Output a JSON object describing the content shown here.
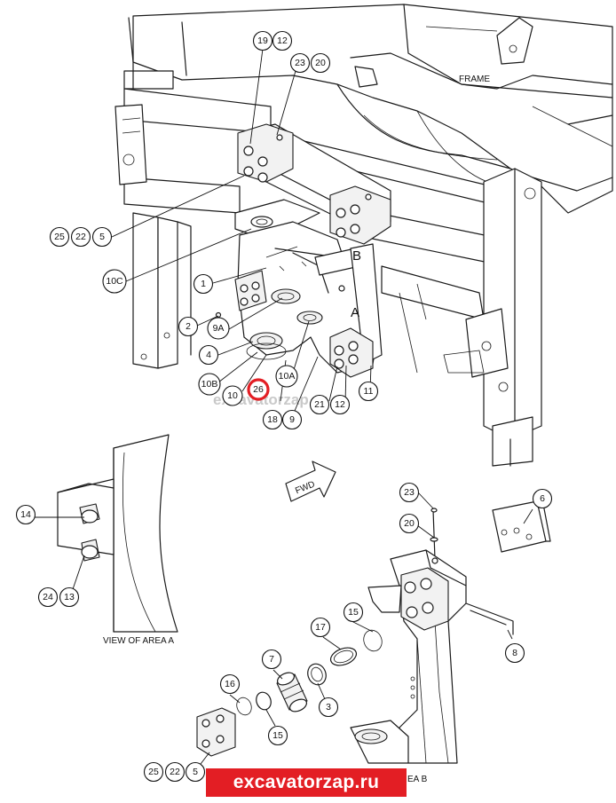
{
  "labels": {
    "frame": "FRAME",
    "area_b_marker": "B",
    "area_a_marker": "A",
    "fwd": "FWD",
    "view_area_a": "VIEW OF AREA A",
    "view_area_b_tail": "EA B"
  },
  "watermark": "excavatorzap.ru",
  "brand_banner": "excavatorzap.ru",
  "callouts": {
    "c19": "19",
    "c12a": "12",
    "c23a": "23",
    "c20a": "20",
    "c25a": "25",
    "c22a": "22",
    "c5a": "5",
    "c10c": "10C",
    "c1": "1",
    "c2": "2",
    "c9a": "9A",
    "c4": "4",
    "c10b": "10B",
    "c10": "10",
    "c26": "26",
    "c10a": "10A",
    "c18": "18",
    "c9": "9",
    "c21": "21",
    "c12b": "12",
    "c11": "11",
    "c14": "14",
    "c24": "24",
    "c13": "13",
    "c23b": "23",
    "c20b": "20",
    "c6": "6",
    "c8": "8",
    "c15a": "15",
    "c17": "17",
    "c7": "7",
    "c16": "16",
    "c3": "3",
    "c15b": "15",
    "c25b": "25",
    "c22b": "22",
    "c5b": "5"
  },
  "highlight_color": "#e31e24"
}
